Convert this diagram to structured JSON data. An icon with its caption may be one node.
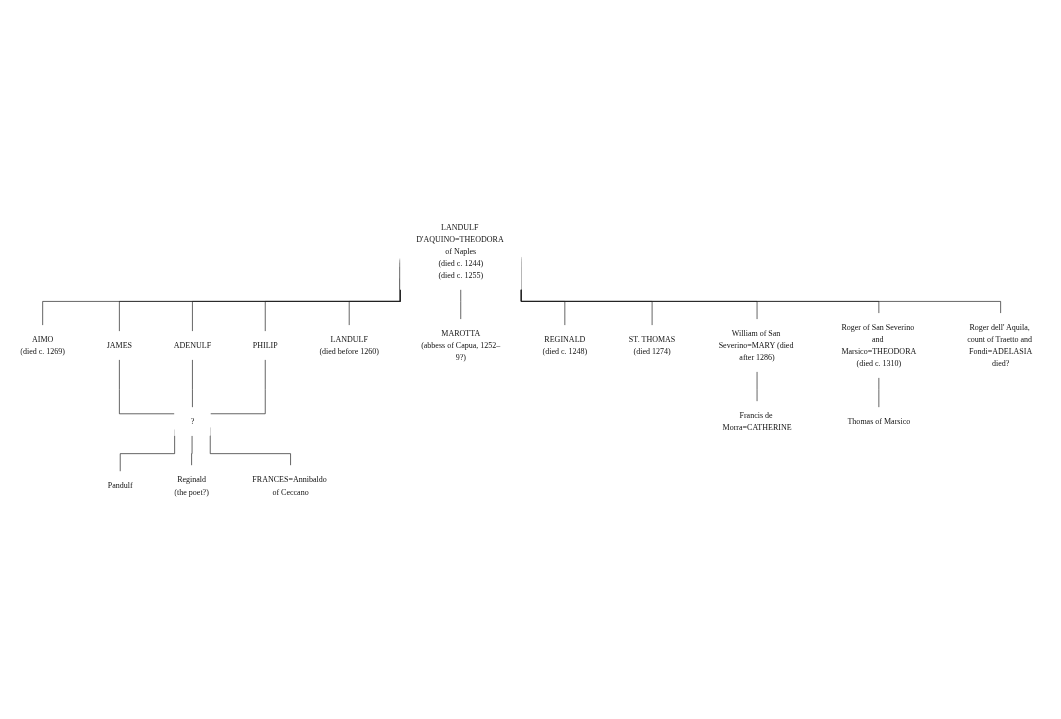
{
  "diagram": {
    "nodes": [
      {
        "text": [
          "LANDULF D'AQUINO=THEODORA of Naples",
          "(died c. 1244)",
          "(died c. 1255)"
        ]
      },
      {
        "text": [
          "AIMO",
          "(died c. 1269)"
        ]
      },
      {
        "text": [
          "JAMES"
        ]
      },
      {
        "text": [
          "ADENULF"
        ]
      },
      {
        "text": [
          "PHILIP"
        ]
      },
      {
        "text": [
          "LANDULF",
          "(died before 1260)"
        ]
      },
      {
        "text": [
          "MAROTTA",
          "(abbess of Capua, 1252–9?)"
        ]
      },
      {
        "text": [
          "REGINALD",
          "(died c. 1248)"
        ]
      },
      {
        "text": [
          "ST. THOMAS",
          "(died 1274)"
        ]
      },
      {
        "text": [
          "William of San Severino=MARY (died after 1286)"
        ]
      },
      {
        "text": [
          "Roger of San Severino and Marsico=THEODORA",
          "(died c. 1310)"
        ]
      },
      {
        "text": [
          "Roger dell' Aquila, count of Traetto and Fondi=ADELASIA",
          "died?"
        ]
      },
      {
        "text": [
          "?"
        ]
      },
      {
        "text": [
          "Pandulf"
        ]
      },
      {
        "text": [
          "Reginald",
          "(the poet?)"
        ]
      },
      {
        "text": [
          "FRANCES=Annibaldo of Ceccano"
        ]
      },
      {
        "text": [
          "Francis de Morra=CATHERINE"
        ]
      },
      {
        "text": [
          "Thomas of Marsico"
        ]
      }
    ],
    "edges": [
      {
        "from": 0,
        "to": 1,
        "arrow": "none"
      },
      {
        "from": 0,
        "to": 2,
        "arrow": "none"
      },
      {
        "from": 0,
        "to": 3,
        "arrow": "none"
      },
      {
        "from": 0,
        "to": 4,
        "arrow": "none"
      },
      {
        "from": 0,
        "to": 5,
        "arrow": "none"
      },
      {
        "from": 0,
        "to": 6,
        "arrow": "none"
      },
      {
        "from": 0,
        "to": 7,
        "arrow": "none"
      },
      {
        "from": 0,
        "to": 8,
        "arrow": "none"
      },
      {
        "from": 0,
        "to": 9,
        "arrow": "none"
      },
      {
        "from": 0,
        "to": 10,
        "arrow": "none"
      },
      {
        "from": 0,
        "to": 11,
        "arrow": "none"
      },
      {
        "from": 2,
        "to": 12,
        "arrow": "none"
      },
      {
        "from": 3,
        "to": 12,
        "arrow": "none"
      },
      {
        "from": 4,
        "to": 12,
        "arrow": "none"
      },
      {
        "from": 12,
        "to": 13,
        "arrow": "none"
      },
      {
        "from": 12,
        "to": 14,
        "arrow": "none"
      },
      {
        "from": 12,
        "to": 15,
        "arrow": "none"
      },
      {
        "from": 9,
        "to": 16,
        "arrow": "none"
      },
      {
        "from": 10,
        "to": 17,
        "arrow": "none"
      }
    ]
  }
}
